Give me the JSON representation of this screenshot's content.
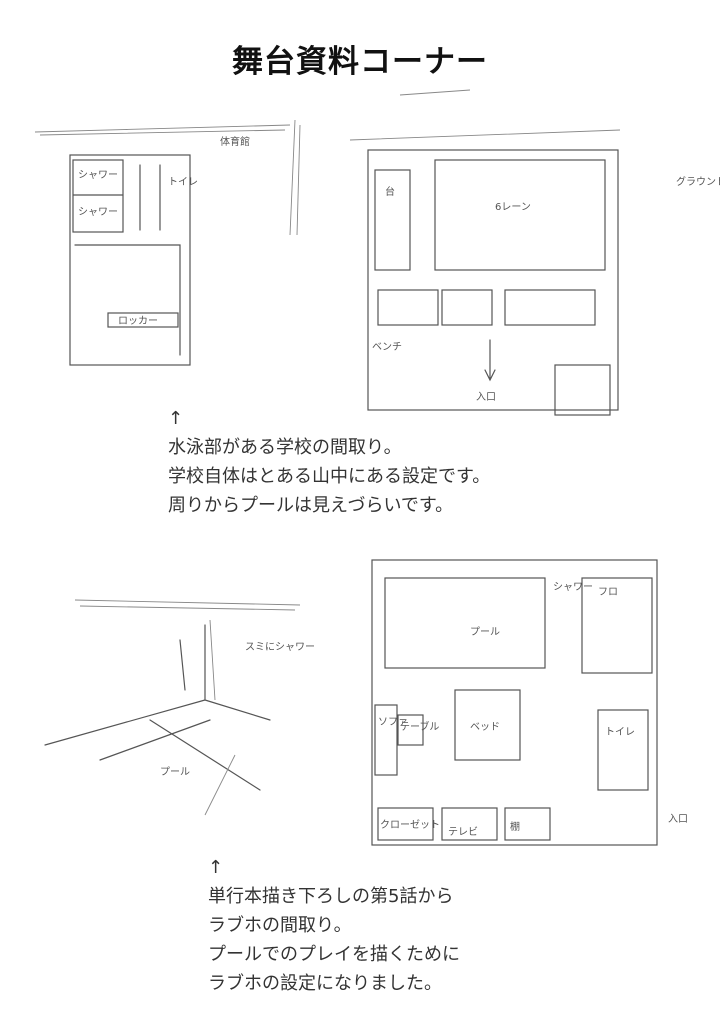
{
  "page_title": "舞台資料コーナー",
  "section1": {
    "arrow": "↑",
    "lines": [
      "水泳部がある学校の間取り。",
      "学校自体はとある山中にある設定です。",
      "周りからプールは見えづらいです。"
    ],
    "sketch_labels": [
      "シャワー",
      "シャワー",
      "トイレ",
      "ロッカー",
      "体育館",
      "台",
      "6レーン",
      "グラウンド",
      "入口",
      "ベンチ"
    ]
  },
  "section2": {
    "arrow": "↑",
    "lines": [
      "単行本描き下ろしの第5話から",
      "ラブホの間取り。",
      "プールでのプレイを描くために",
      "ラブホの設定になりました。"
    ],
    "sketch_labels": [
      "スミにシャワー",
      "プール",
      "プール",
      "シャワー",
      "フロ",
      "ソファ",
      "テーブル",
      "ベッド",
      "トイレ",
      "入口",
      "クローゼット",
      "テレビ",
      "棚"
    ]
  }
}
